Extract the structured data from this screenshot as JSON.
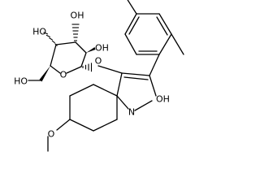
{
  "atoms": {
    "oh_c4": "HO",
    "oh_c3": "OH",
    "oh_c2": "OH",
    "oh_c6": "HO",
    "ring_o": "O",
    "glyc_o": "O",
    "n_lactam": "N",
    "oh_lactam": "OH",
    "methoxy_o": "O"
  }
}
